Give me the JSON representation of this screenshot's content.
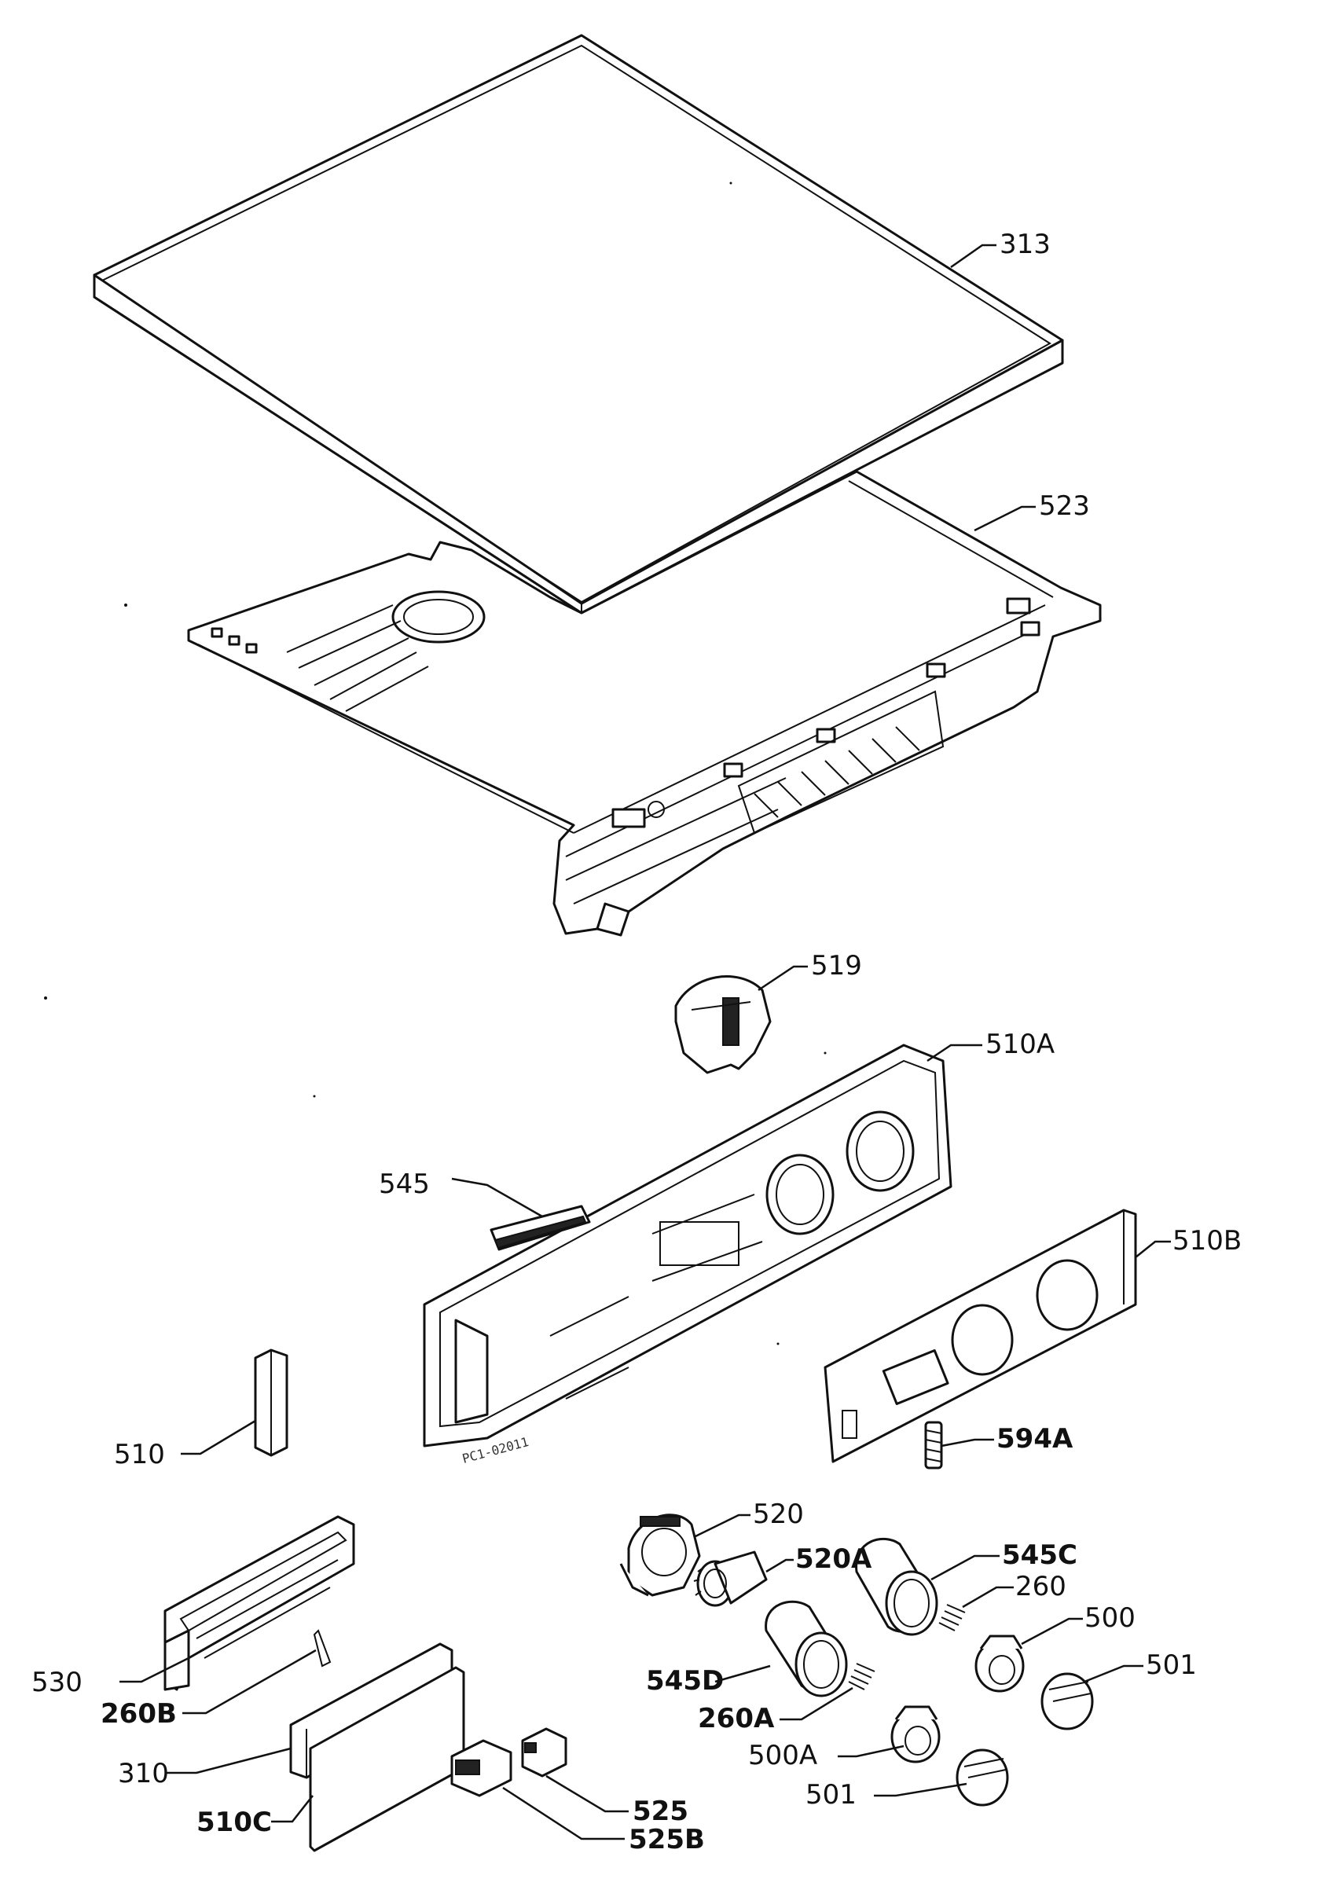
{
  "labels": {
    "p313": "313",
    "p523": "523",
    "p519": "519",
    "p510a": "510A",
    "p545": "545",
    "p510b": "510B",
    "p510": "510",
    "p594a": "594A",
    "p520": "520",
    "p520a": "520A",
    "p545c": "545C",
    "p260": "260",
    "p500": "500",
    "p501": "501",
    "p530": "530",
    "p545d": "545D",
    "p260a": "260A",
    "p260b": "260B",
    "p500a": "500A",
    "p310": "310",
    "p501b": "501",
    "p525": "525",
    "p510c": "510C",
    "p525b": "525B"
  },
  "drawing_code": "PC1-02011"
}
